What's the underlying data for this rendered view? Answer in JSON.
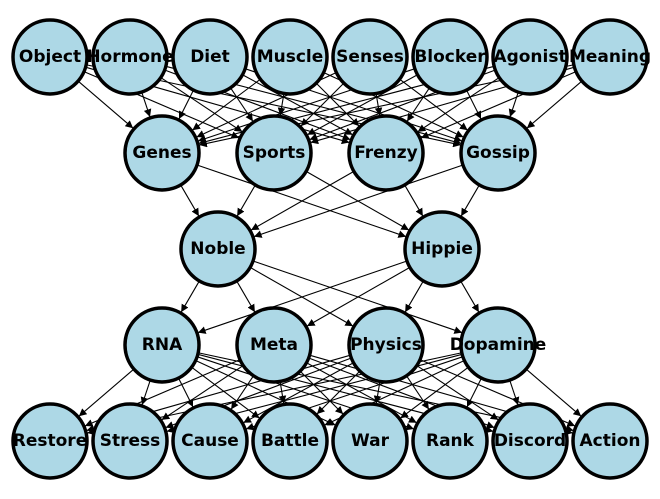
{
  "diagram": {
    "type": "directed-graph",
    "colors": {
      "node_fill": "#add8e6",
      "node_stroke": "#000000",
      "edge": "#000000",
      "background": "#ffffff"
    },
    "layers": [
      [
        "Object",
        "Hormone",
        "Diet",
        "Muscle",
        "Senses",
        "Blocker",
        "Agonist",
        "Meaning"
      ],
      [
        "Genes",
        "Sports",
        "Frenzy",
        "Gossip"
      ],
      [
        "Noble",
        "Hippie"
      ],
      [
        "RNA",
        "Meta",
        "Physics",
        "Dopamine"
      ],
      [
        "Restore",
        "Stress",
        "Cause",
        "Battle",
        "War",
        "Rank",
        "Discord",
        "Action"
      ]
    ],
    "edges": [
      [
        "Object",
        "Genes"
      ],
      [
        "Object",
        "Sports"
      ],
      [
        "Object",
        "Frenzy"
      ],
      [
        "Object",
        "Gossip"
      ],
      [
        "Hormone",
        "Genes"
      ],
      [
        "Hormone",
        "Sports"
      ],
      [
        "Hormone",
        "Frenzy"
      ],
      [
        "Hormone",
        "Gossip"
      ],
      [
        "Diet",
        "Genes"
      ],
      [
        "Diet",
        "Sports"
      ],
      [
        "Diet",
        "Frenzy"
      ],
      [
        "Diet",
        "Gossip"
      ],
      [
        "Muscle",
        "Genes"
      ],
      [
        "Muscle",
        "Sports"
      ],
      [
        "Muscle",
        "Frenzy"
      ],
      [
        "Muscle",
        "Gossip"
      ],
      [
        "Senses",
        "Genes"
      ],
      [
        "Senses",
        "Sports"
      ],
      [
        "Senses",
        "Frenzy"
      ],
      [
        "Senses",
        "Gossip"
      ],
      [
        "Blocker",
        "Genes"
      ],
      [
        "Blocker",
        "Sports"
      ],
      [
        "Blocker",
        "Frenzy"
      ],
      [
        "Blocker",
        "Gossip"
      ],
      [
        "Agonist",
        "Genes"
      ],
      [
        "Agonist",
        "Sports"
      ],
      [
        "Agonist",
        "Frenzy"
      ],
      [
        "Agonist",
        "Gossip"
      ],
      [
        "Meaning",
        "Genes"
      ],
      [
        "Meaning",
        "Sports"
      ],
      [
        "Meaning",
        "Frenzy"
      ],
      [
        "Meaning",
        "Gossip"
      ],
      [
        "Genes",
        "Noble"
      ],
      [
        "Genes",
        "Hippie"
      ],
      [
        "Sports",
        "Noble"
      ],
      [
        "Sports",
        "Hippie"
      ],
      [
        "Frenzy",
        "Noble"
      ],
      [
        "Frenzy",
        "Hippie"
      ],
      [
        "Gossip",
        "Noble"
      ],
      [
        "Gossip",
        "Hippie"
      ],
      [
        "Noble",
        "RNA"
      ],
      [
        "Noble",
        "Meta"
      ],
      [
        "Noble",
        "Physics"
      ],
      [
        "Noble",
        "Dopamine"
      ],
      [
        "Hippie",
        "RNA"
      ],
      [
        "Hippie",
        "Meta"
      ],
      [
        "Hippie",
        "Physics"
      ],
      [
        "Hippie",
        "Dopamine"
      ],
      [
        "RNA",
        "Restore"
      ],
      [
        "RNA",
        "Stress"
      ],
      [
        "RNA",
        "Cause"
      ],
      [
        "RNA",
        "Battle"
      ],
      [
        "RNA",
        "War"
      ],
      [
        "RNA",
        "Rank"
      ],
      [
        "RNA",
        "Discord"
      ],
      [
        "RNA",
        "Action"
      ],
      [
        "Meta",
        "Restore"
      ],
      [
        "Meta",
        "Stress"
      ],
      [
        "Meta",
        "Cause"
      ],
      [
        "Meta",
        "Battle"
      ],
      [
        "Meta",
        "War"
      ],
      [
        "Meta",
        "Rank"
      ],
      [
        "Meta",
        "Discord"
      ],
      [
        "Meta",
        "Action"
      ],
      [
        "Physics",
        "Restore"
      ],
      [
        "Physics",
        "Stress"
      ],
      [
        "Physics",
        "Cause"
      ],
      [
        "Physics",
        "Battle"
      ],
      [
        "Physics",
        "War"
      ],
      [
        "Physics",
        "Rank"
      ],
      [
        "Physics",
        "Discord"
      ],
      [
        "Physics",
        "Action"
      ],
      [
        "Dopamine",
        "Restore"
      ],
      [
        "Dopamine",
        "Stress"
      ],
      [
        "Dopamine",
        "Cause"
      ],
      [
        "Dopamine",
        "Battle"
      ],
      [
        "Dopamine",
        "War"
      ],
      [
        "Dopamine",
        "Rank"
      ],
      [
        "Dopamine",
        "Discord"
      ],
      [
        "Dopamine",
        "Action"
      ]
    ]
  }
}
